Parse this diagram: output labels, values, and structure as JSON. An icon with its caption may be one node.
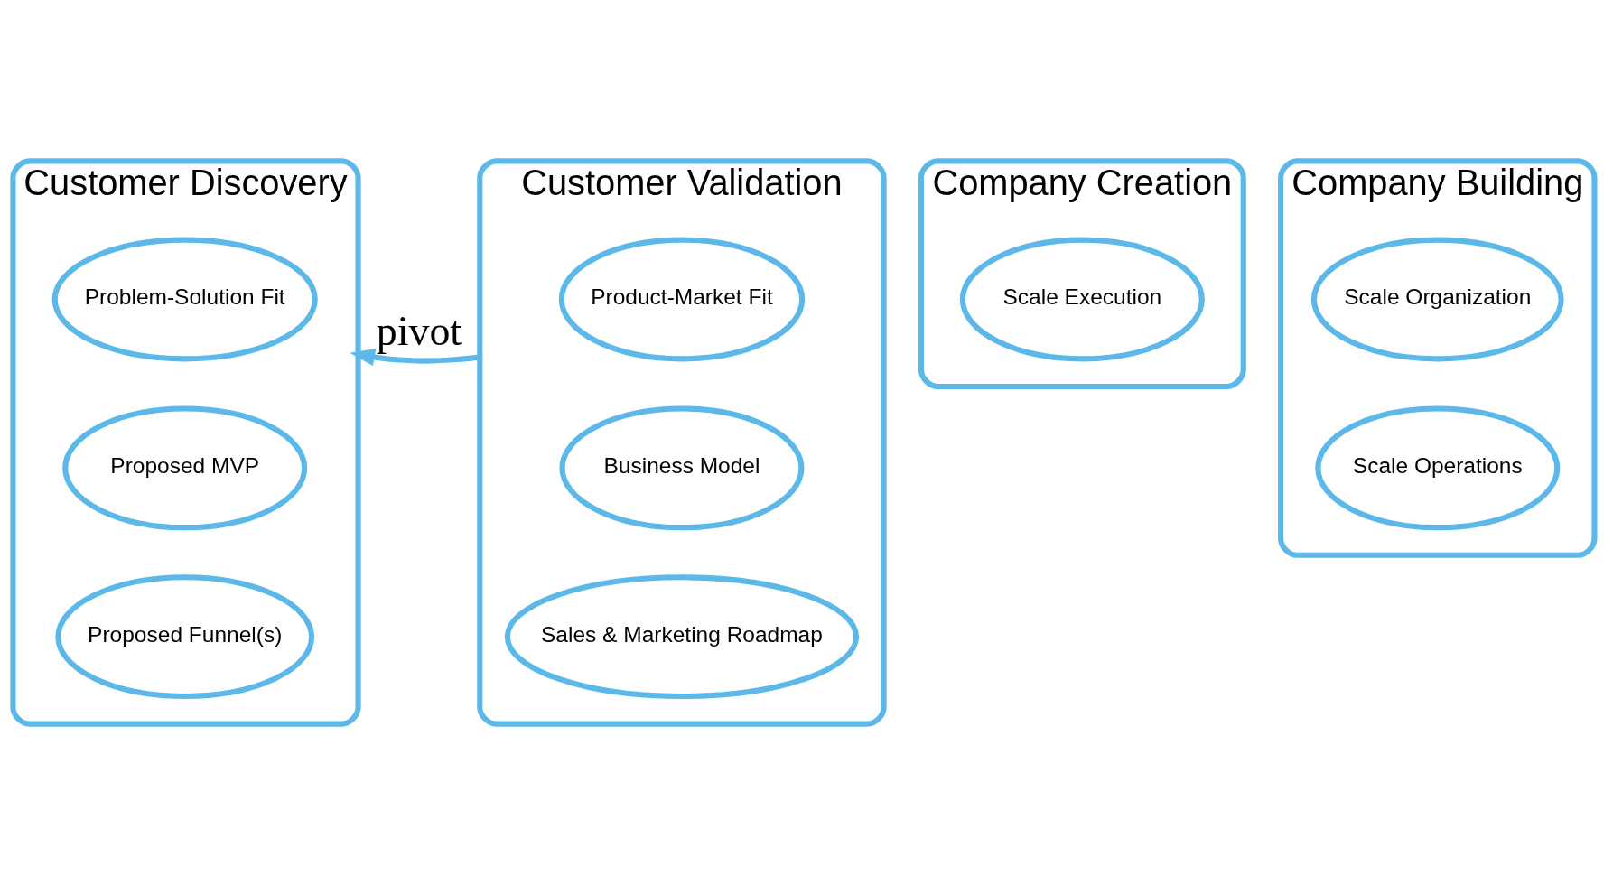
{
  "diagram": {
    "nodes": [
      {
        "text": [
          "Customer Discovery"
        ]
      },
      {
        "text": [
          "Problem-Solution Fit"
        ],
        "in": 0
      },
      {
        "text": [
          "Proposed MVP"
        ],
        "in": 0
      },
      {
        "text": [
          "Proposed Funnel(s)"
        ],
        "in": 0
      },
      {
        "text": [
          "Customer Validation"
        ]
      },
      {
        "text": [
          "Product-Market Fit"
        ],
        "in": 4
      },
      {
        "text": [
          "Business Model"
        ],
        "in": 4
      },
      {
        "text": [
          "Sales & Marketing Roadmap"
        ],
        "in": 4
      },
      {
        "text": [
          "Company Creation"
        ]
      },
      {
        "text": [
          "Scale Execution"
        ],
        "in": 8
      },
      {
        "text": [
          "Company Building"
        ]
      },
      {
        "text": [
          "Scale Organization"
        ],
        "in": 10
      },
      {
        "text": [
          "Scale Operations"
        ],
        "in": 10
      }
    ],
    "edges": [
      {
        "from": 4,
        "to": 0,
        "arrow": "to",
        "label": "pivot"
      }
    ]
  }
}
